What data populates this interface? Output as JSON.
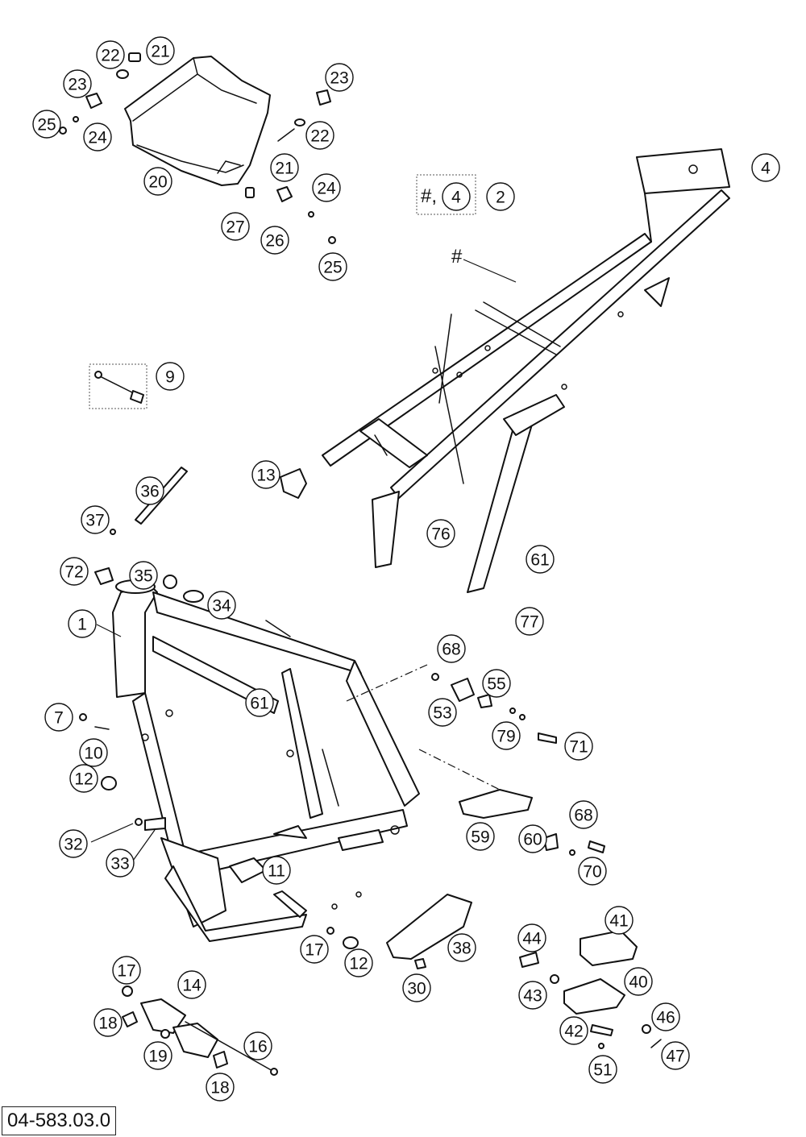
{
  "reference": "04-583.03.0",
  "hash_symbol": "#",
  "kit_label": "#,",
  "colors": {
    "line": "#111111",
    "background": "#ffffff"
  },
  "callouts": {
    "c1": "1",
    "c2": "2",
    "c4a": "4",
    "c4b": "4",
    "c7": "7",
    "c9": "9",
    "c10": "10",
    "c11": "11",
    "c12a": "12",
    "c12b": "12",
    "c13": "13",
    "c14": "14",
    "c16": "16",
    "c17a": "17",
    "c17b": "17",
    "c18a": "18",
    "c18b": "18",
    "c19": "19",
    "c20": "20",
    "c21a": "21",
    "c21b": "21",
    "c22a": "22",
    "c22b": "22",
    "c23a": "23",
    "c23b": "23",
    "c24a": "24",
    "c24b": "24",
    "c25a": "25",
    "c25b": "25",
    "c26": "26",
    "c27": "27",
    "c30": "30",
    "c32": "32",
    "c33": "33",
    "c34": "34",
    "c35": "35",
    "c36": "36",
    "c37": "37",
    "c38": "38",
    "c40": "40",
    "c41": "41",
    "c42": "42",
    "c43": "43",
    "c44": "44",
    "c46": "46",
    "c47": "47",
    "c51": "51",
    "c53": "53",
    "c55": "55",
    "c59": "59",
    "c60": "60",
    "c61a": "61",
    "c61b": "61",
    "c68a": "68",
    "c68b": "68",
    "c70": "70",
    "c71": "71",
    "c72": "72",
    "c76": "76",
    "c77": "77",
    "c79": "79"
  }
}
